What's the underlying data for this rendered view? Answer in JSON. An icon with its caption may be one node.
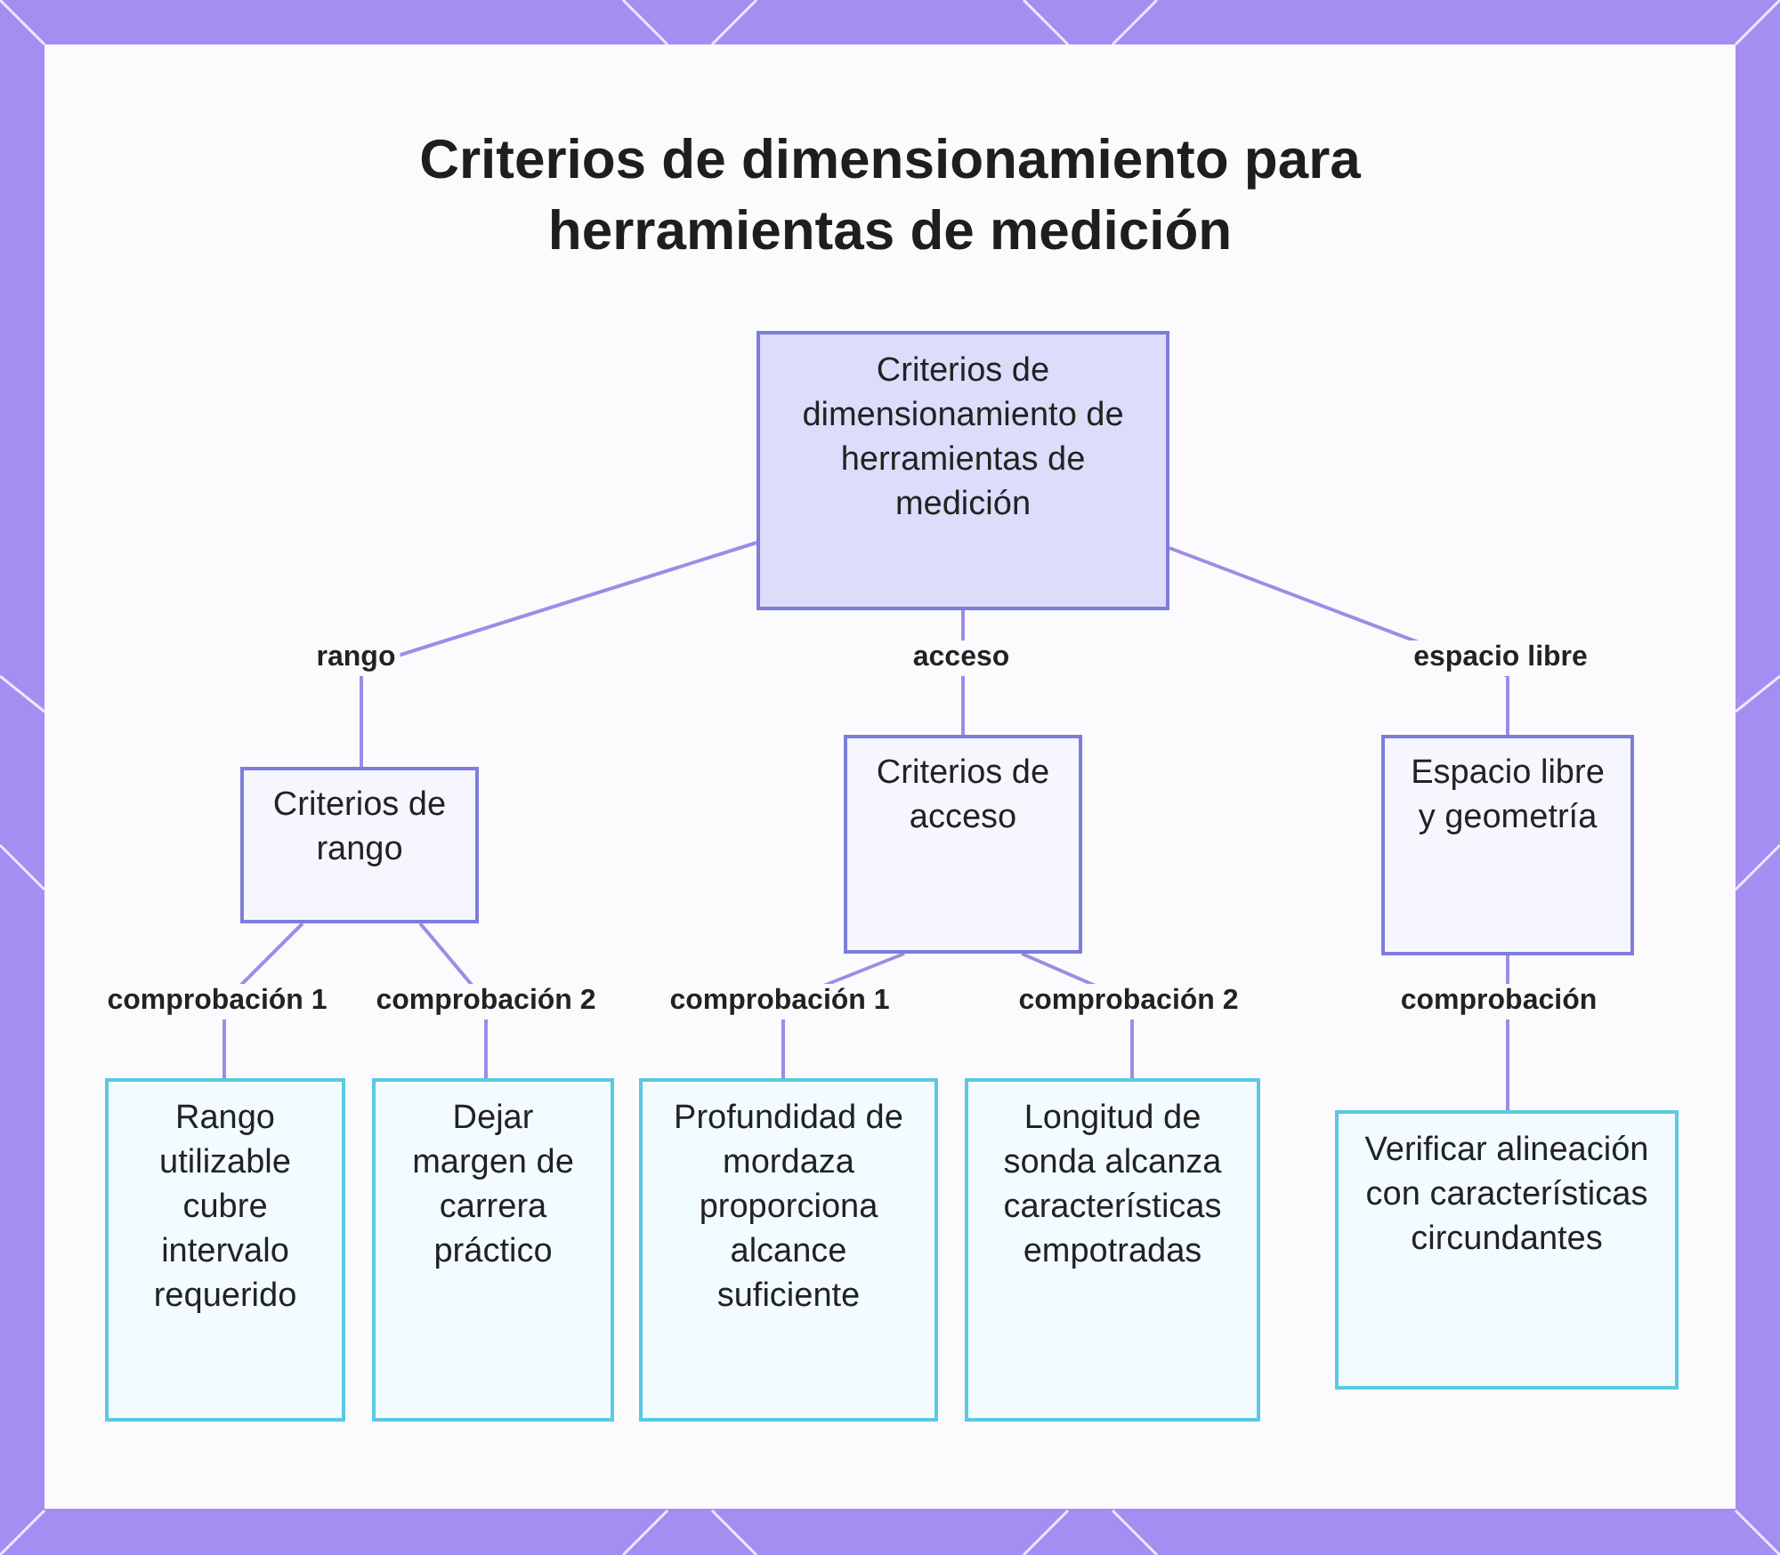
{
  "diagram": {
    "title": "Criterios de dimensionamiento para herramientas de medición",
    "nodes": [
      {
        "text": [
          "Criterios de dimensionamiento de herramientas de medición"
        ]
      },
      {
        "text": [
          "Criterios de rango"
        ]
      },
      {
        "text": [
          "Criterios de acceso"
        ]
      },
      {
        "text": [
          "Espacio libre y geometría"
        ]
      },
      {
        "text": [
          "Rango utilizable cubre intervalo requerido"
        ]
      },
      {
        "text": [
          "Dejar margen de carrera práctico"
        ]
      },
      {
        "text": [
          "Profundidad de mordaza proporciona alcance suficiente"
        ]
      },
      {
        "text": [
          "Longitud de sonda alcanza características empotradas"
        ]
      },
      {
        "text": [
          "Verificar alineación con características circundantes"
        ]
      }
    ],
    "edges": [
      {
        "from": 0,
        "to": 1,
        "arrow": "none",
        "label": "rango"
      },
      {
        "from": 0,
        "to": 2,
        "arrow": "none",
        "label": "acceso"
      },
      {
        "from": 0,
        "to": 3,
        "arrow": "none",
        "label": "espacio libre"
      },
      {
        "from": 1,
        "to": 4,
        "arrow": "none",
        "label": "comprobación 1"
      },
      {
        "from": 1,
        "to": 5,
        "arrow": "none",
        "label": "comprobación 2"
      },
      {
        "from": 2,
        "to": 6,
        "arrow": "none",
        "label": "comprobación 1"
      },
      {
        "from": 2,
        "to": 7,
        "arrow": "none",
        "label": "comprobación 2"
      },
      {
        "from": 3,
        "to": 8,
        "arrow": "none",
        "label": "comprobación"
      }
    ]
  }
}
